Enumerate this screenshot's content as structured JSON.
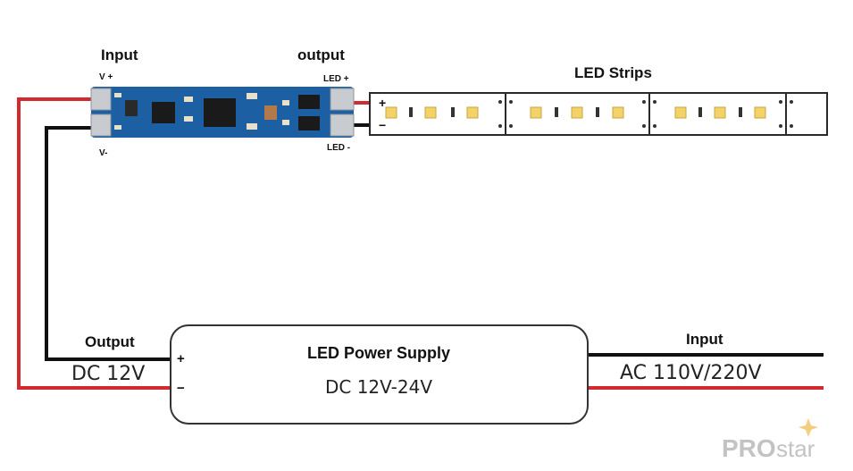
{
  "controller": {
    "input_label": "Input",
    "output_label": "output",
    "v_plus": "V +",
    "v_minus": "V-",
    "led_plus": "LED +",
    "led_minus": "LED -"
  },
  "strip": {
    "title": "LED Strips",
    "plus": "+",
    "minus": "−"
  },
  "power_supply": {
    "title": "LED Power Supply",
    "range": "DC 12V-24V",
    "plus": "+",
    "minus": "−"
  },
  "psu_output": {
    "label": "Output",
    "voltage": "DC 12V"
  },
  "mains_input": {
    "label": "Input",
    "voltage": "AC 110V/220V"
  },
  "logo": {
    "bold": "PRO",
    "light": "star"
  },
  "colors": {
    "red_wire": "#d32a2f",
    "black_wire": "#111111",
    "pcb": "#1c5fa3",
    "led": "#f3d26a"
  }
}
